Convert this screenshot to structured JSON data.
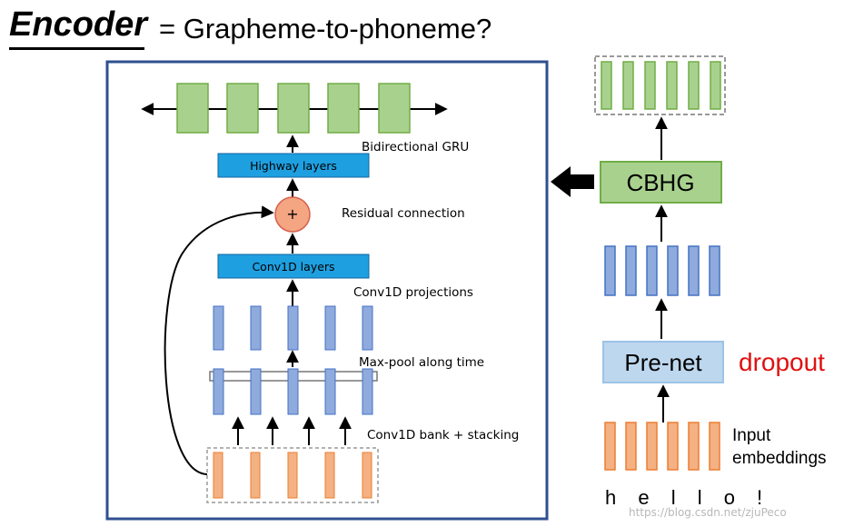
{
  "title": {
    "main": "Encoder",
    "rest": "= Grapheme-to-phoneme?"
  },
  "encoder_detail": {
    "highway_box": "Highway layers",
    "conv1d_layers_box": "Conv1D layers",
    "plus_symbol": "+",
    "label_bidirectional_gru": "Bidirectional GRU",
    "label_residual": "Residual connection",
    "label_conv1d_projections": "Conv1D projections",
    "label_maxpool": "Max-pool along time",
    "label_conv1d_bank": "Conv1D bank + stacking"
  },
  "pipeline": {
    "cbhg_box": "CBHG",
    "prenet_box": "Pre-net",
    "dropout_label": "dropout",
    "input_label_line1": "Input",
    "input_label_line2": "embeddings",
    "input_text": "h e l l o !"
  },
  "watermark": "https://blog.csdn.net/zjuPeco",
  "colors": {
    "frame_blue": "#2f4f8f",
    "green_fill": "#a9d18e",
    "green_stroke": "#70ad47",
    "blue_fill": "#8faadc",
    "blue_stroke": "#4472c4",
    "orange_fill": "#f4b183",
    "orange_stroke": "#ed7d31",
    "cyan_box": "#1e9fe0",
    "prenet_fill": "#bdd7ee",
    "dropout_red": "#e01010"
  }
}
